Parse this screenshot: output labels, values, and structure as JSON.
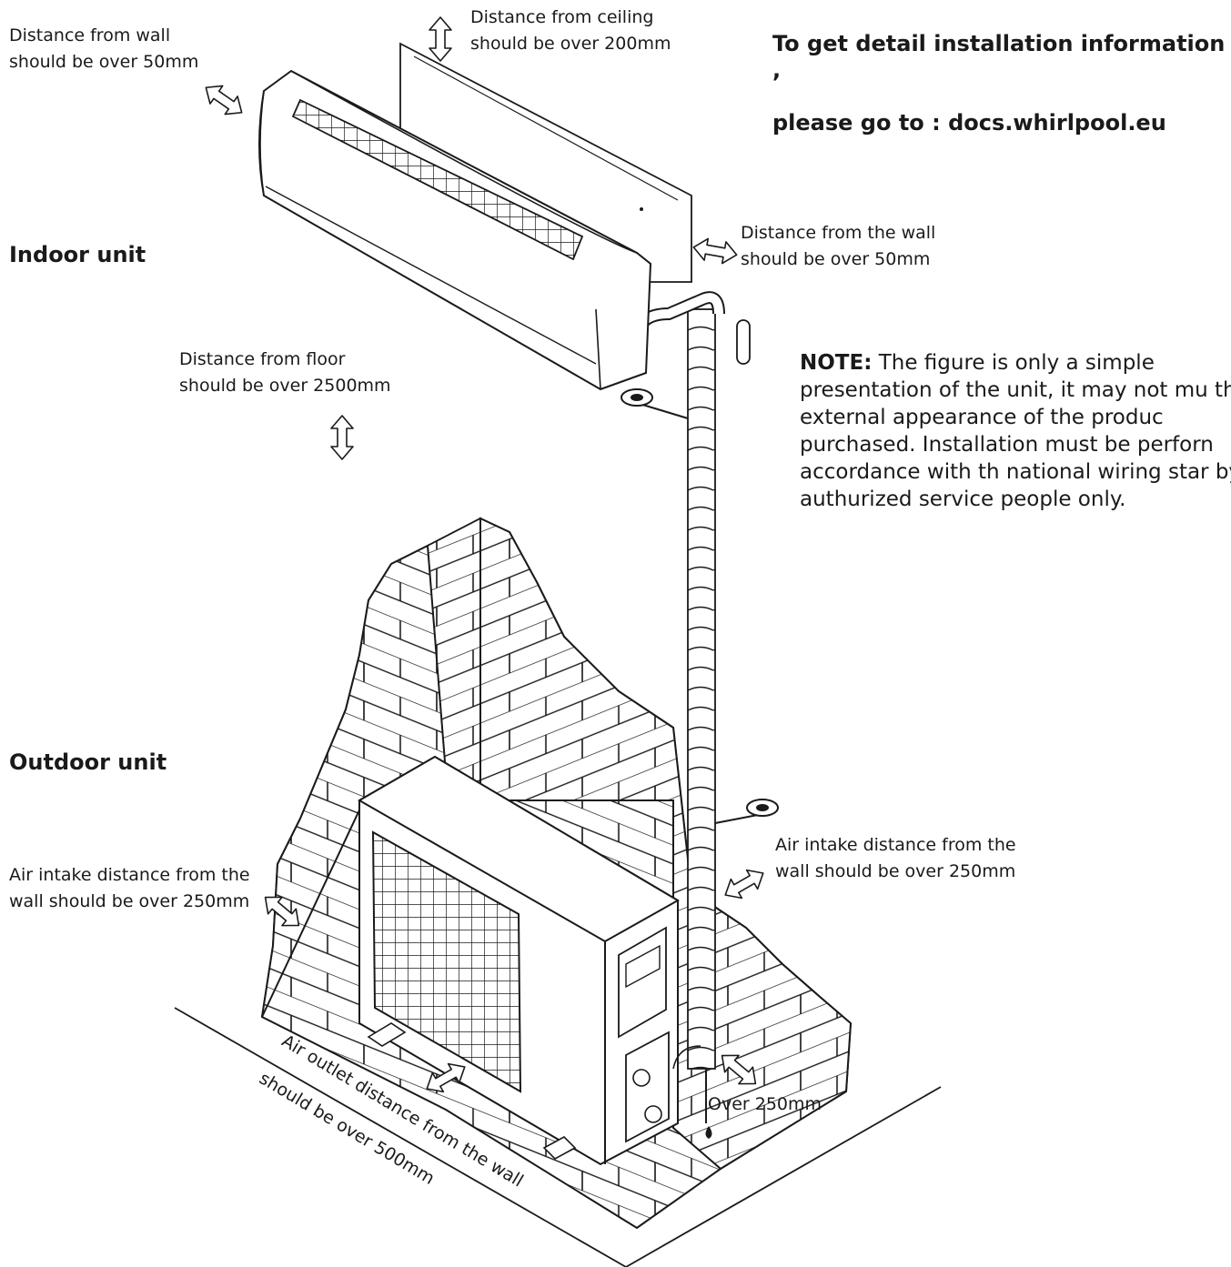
{
  "info": {
    "line1": "To get detail installation information ,",
    "line2": "please go to : docs.whirlpool.eu"
  },
  "headings": {
    "indoor": "Indoor unit",
    "outdoor": "Outdoor unit"
  },
  "labels": {
    "wall_top_left": "Distance from wall\nshould be over 50mm",
    "ceiling": "Distance from ceiling\nshould be over 200mm",
    "wall_right": "Distance from the wall\nshould be over 50mm",
    "floor": "Distance from floor\nshould be over 2500mm",
    "intake_left": "Air intake distance from the\nwall should be over 250mm",
    "intake_right": "Air intake distance from the\nwall should be over 250mm",
    "outlet_line1": "Air outlet distance from the wall",
    "outlet_line2": "should be over 500mm",
    "over250": "Over 250mm"
  },
  "note": {
    "prefix": "NOTE:",
    "text": "The figure is only a simple presentation of the unit, it may not mu the external appearance of the produc purchased. Installation must be perforn accordance with th national wiring star by authurized service people only."
  },
  "colors": {
    "ink": "#1a1a1a",
    "background": "#ffffff"
  }
}
